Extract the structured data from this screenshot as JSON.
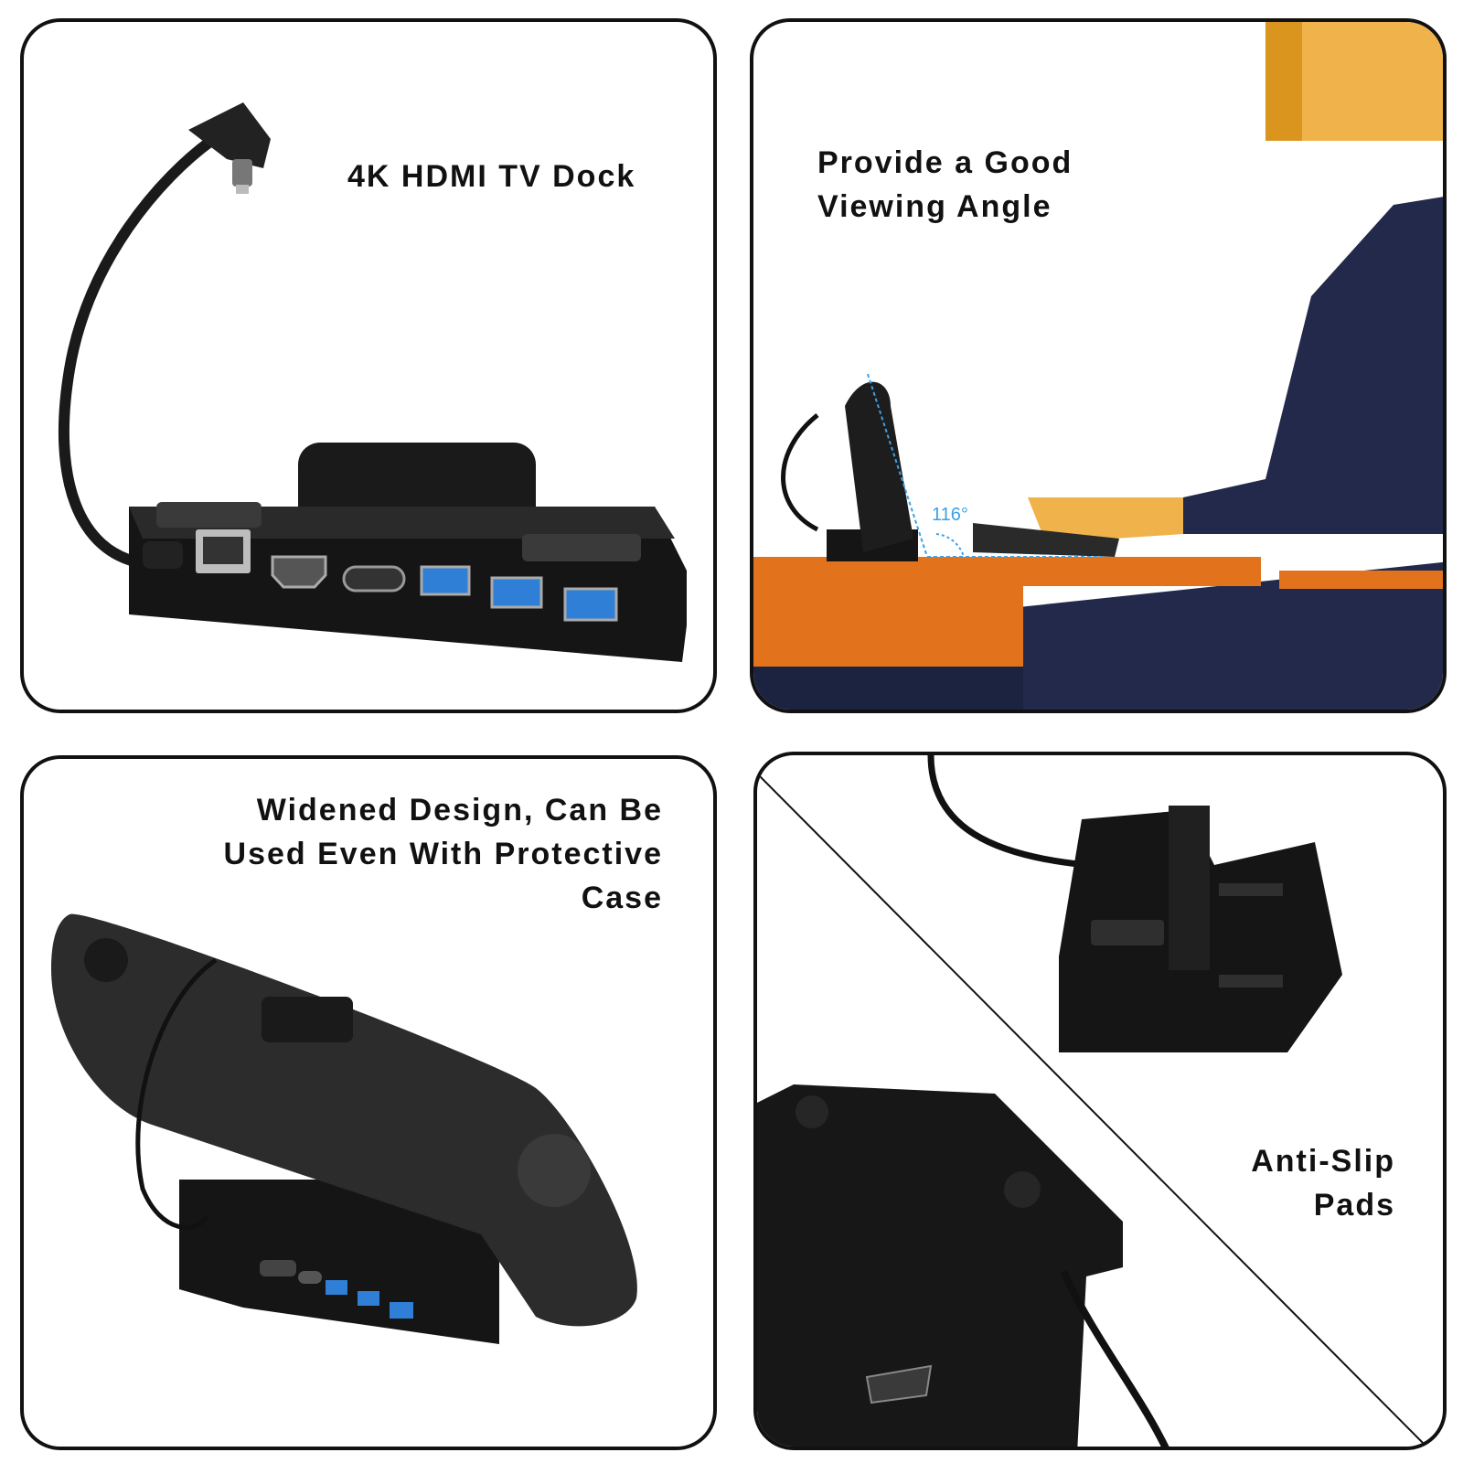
{
  "panels": [
    {
      "caption": "4K HDMI TV Dock"
    },
    {
      "caption": "Provide a Good\nViewing Angle",
      "angle_label": "116°"
    },
    {
      "caption": "Widened Design, Can Be\nUsed Even With Protective\nCase"
    },
    {
      "caption": "Anti-Slip\nPads"
    }
  ],
  "colors": {
    "border": "#111111",
    "dock_black": "#141414",
    "desk_orange": "#e2731c",
    "shirt_navy": "#22294a",
    "skin_tan": "#f0b24a",
    "usb_blue": "#2f7fd6",
    "angle_line": "#3aa0e8"
  }
}
